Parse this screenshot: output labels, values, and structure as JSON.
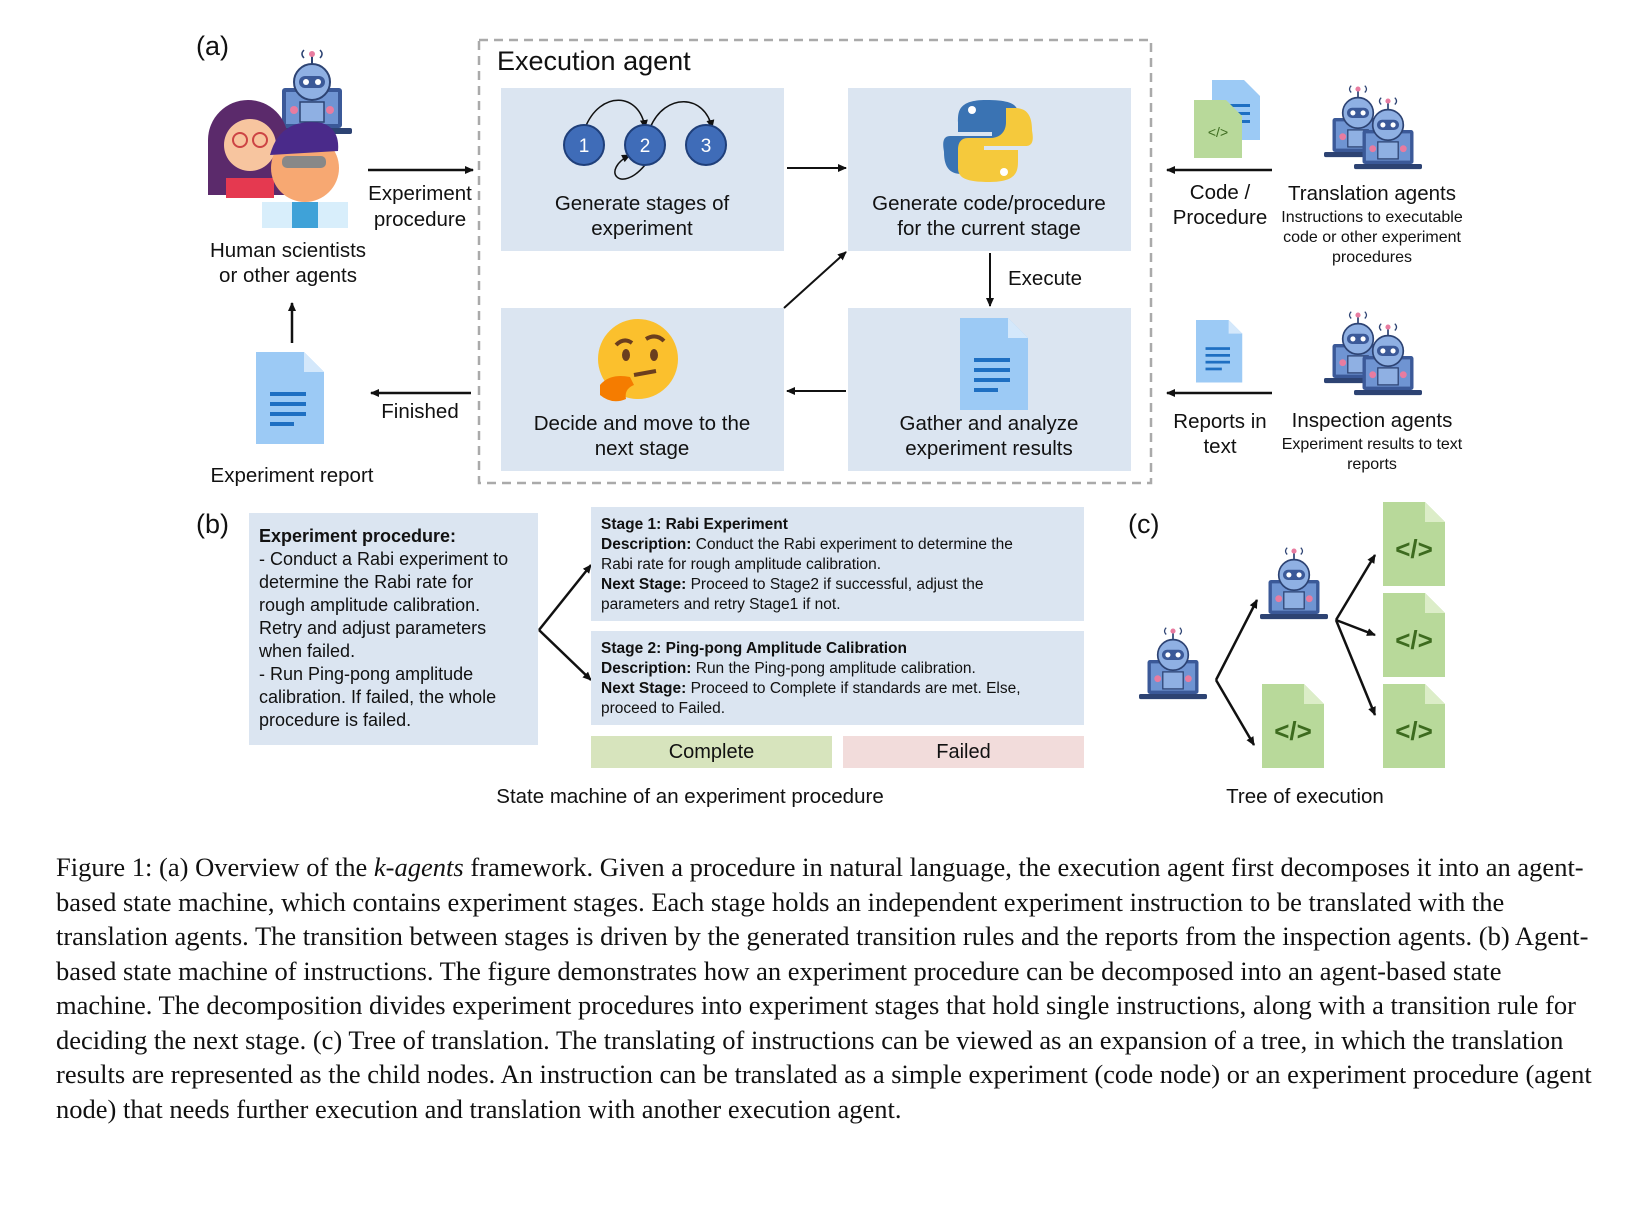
{
  "panel_a": {
    "label": "(a)",
    "execution_agent_title": "Execution agent",
    "human_label": [
      "Human scientists",
      "or other agents"
    ],
    "arrow_experiment_procedure": [
      "Experiment",
      "procedure"
    ],
    "arrow_finished": "Finished",
    "experiment_report": "Experiment report",
    "stage_numbers": [
      "1",
      "2",
      "3"
    ],
    "box_generate_stages": [
      "Generate stages of",
      "experiment"
    ],
    "box_generate_code": [
      "Generate code/procedure",
      "for the current stage"
    ],
    "box_decide": [
      "Decide and move to the",
      "next stage"
    ],
    "box_gather": [
      "Gather and analyze",
      "experiment results"
    ],
    "arrow_execute": "Execute",
    "code_procedure_label": [
      "Code /",
      "Procedure"
    ],
    "translation_agents": {
      "title": "Translation agents",
      "desc": [
        "Instructions to executable",
        "code or other experiment",
        "procedures"
      ]
    },
    "reports_label": [
      "Reports in",
      "text"
    ],
    "inspection_agents": {
      "title": "Inspection agents",
      "desc": [
        "Experiment results to text",
        "reports"
      ]
    },
    "code_glyph": "</>"
  },
  "panel_b": {
    "label": "(b)",
    "procedure": {
      "heading": "Experiment procedure:",
      "lines": [
        "- Conduct a Rabi experiment to",
        "determine the Rabi rate for",
        "rough amplitude calibration.",
        "Retry and adjust parameters",
        "when failed.",
        "- Run Ping-pong amplitude",
        "calibration. If failed, the whole",
        "procedure is failed."
      ]
    },
    "stage1": {
      "title": "Stage 1: Rabi Experiment",
      "desc_label": "Description:",
      "desc_text": " Conduct the Rabi experiment to determine the",
      "desc_text2": "Rabi rate for rough amplitude calibration.",
      "next_label": "Next Stage:",
      "next_text": " Proceed to Stage2 if successful, adjust the",
      "next_text2": "parameters and retry Stage1 if not."
    },
    "stage2": {
      "title": "Stage 2: Ping-pong Amplitude Calibration",
      "desc_label": "Description:",
      "desc_text": " Run the Ping-pong amplitude calibration.",
      "next_label": "Next Stage:",
      "next_text": "  Proceed to Complete if standards are met. Else,",
      "next_text2": "proceed to Failed."
    },
    "complete": "Complete",
    "failed": "Failed",
    "caption": "State machine of an experiment procedure",
    "colors": {
      "stage_bg": "#dbe5f1",
      "complete_bg": "#d7e4bd",
      "failed_bg": "#f2dcdb"
    }
  },
  "panel_c": {
    "label": "(c)",
    "caption": "Tree of execution",
    "code_glyph": "</>"
  },
  "figure_caption": {
    "p1": "Figure 1: (a) Overview of the ",
    "em": "k-agents",
    "p2": " framework. Given a procedure in natural language, the execution agent first decomposes it into an agent-based state machine, which contains experiment stages. Each stage holds an independent experiment instruction to be translated with the translation agents. The transition between stages is driven by the generated transition rules and the reports from the inspection agents. (b) Agent-based state machine of instructions. The figure demonstrates how an experiment procedure can be decomposed into an agent-based state machine. The decomposition divides experiment procedures into experiment stages that hold single instructions, along with a transition rule for deciding the next stage. (c) Tree of translation. The translating of instructions can be viewed as an expansion of a tree, in which the translation results are represented as the child nodes. An instruction can be translated as a simple experiment (code node) or an experiment procedure (agent node) that needs further execution and translation with another execution agent."
  }
}
